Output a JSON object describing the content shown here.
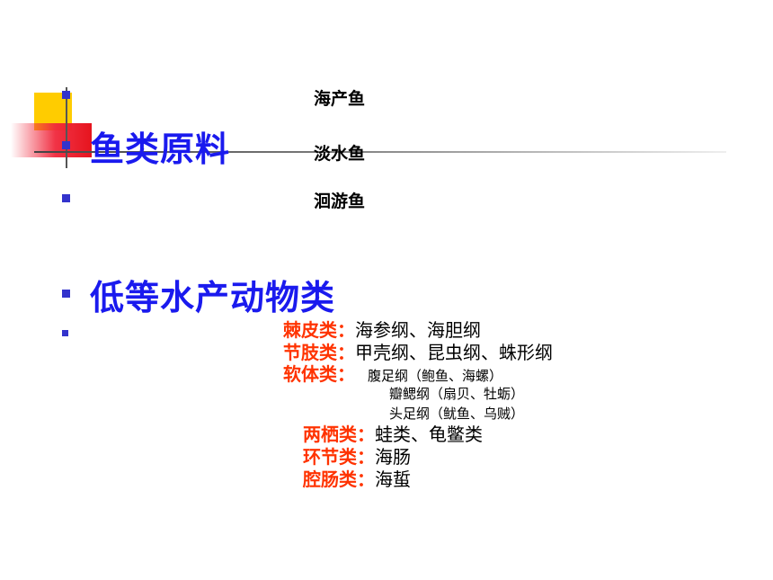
{
  "slide": {
    "title_fish": "鱼类原料",
    "fish_types": [
      "海产鱼",
      "淡水鱼",
      "洄游鱼"
    ],
    "title_invert": "低等水产动物类",
    "categories": [
      {
        "name": "棘皮类：",
        "desc": "海参纲、海胆纲"
      },
      {
        "name": "节肢类：",
        "desc": "甲壳纲、昆虫纲、蛛形纲"
      },
      {
        "name": "软体类：",
        "sub": [
          "腹足纲（鲍鱼、海螺）",
          "瓣鳃纲（扇贝、牡蛎）",
          "头足纲（鱿鱼、乌贼）"
        ]
      },
      {
        "name": "两栖类：",
        "desc": "蛙类、龟鳖类"
      },
      {
        "name": "环节类：",
        "desc": "海肠"
      },
      {
        "name": "腔肠类：",
        "desc": "海蜇"
      }
    ]
  },
  "colors": {
    "heading": "#1a1aee",
    "bullet": "#3333cc",
    "category": "#ff3300"
  }
}
